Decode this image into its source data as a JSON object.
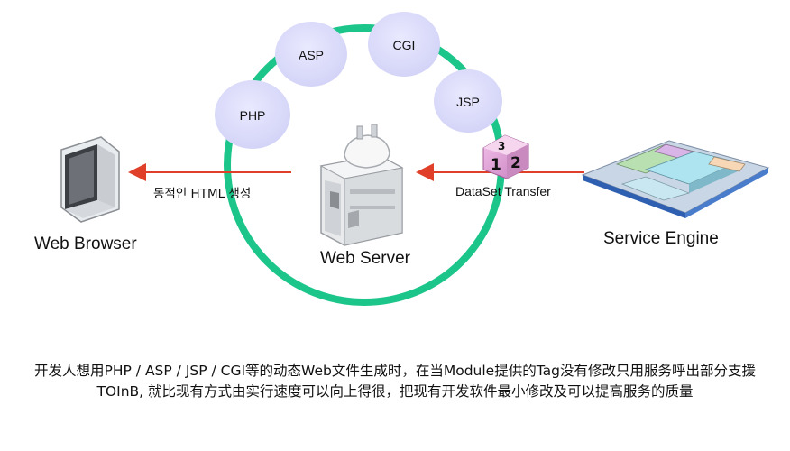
{
  "nodes": {
    "web_browser": "Web Browser",
    "web_server": "Web Server",
    "service_engine": "Service Engine"
  },
  "technologies": [
    "PHP",
    "ASP",
    "CGI",
    "JSP"
  ],
  "edges": {
    "server_to_browser": "동적인 HTML 생성",
    "engine_to_server": "DataSet Transfer"
  },
  "caption": "开发人想用PHP / ASP / JSP / CGI等的动态Web文件生成时，在当Module提供的Tag没有修改只用服务呼出部分支援TOInB, 就比现有方式由实行速度可以向上得很，把现有开发软件最小修改及可以提高服务的质量",
  "colors": {
    "ring": "#1cc58a",
    "bubble": "#dcdcfb",
    "arrow": "#e0402a"
  }
}
